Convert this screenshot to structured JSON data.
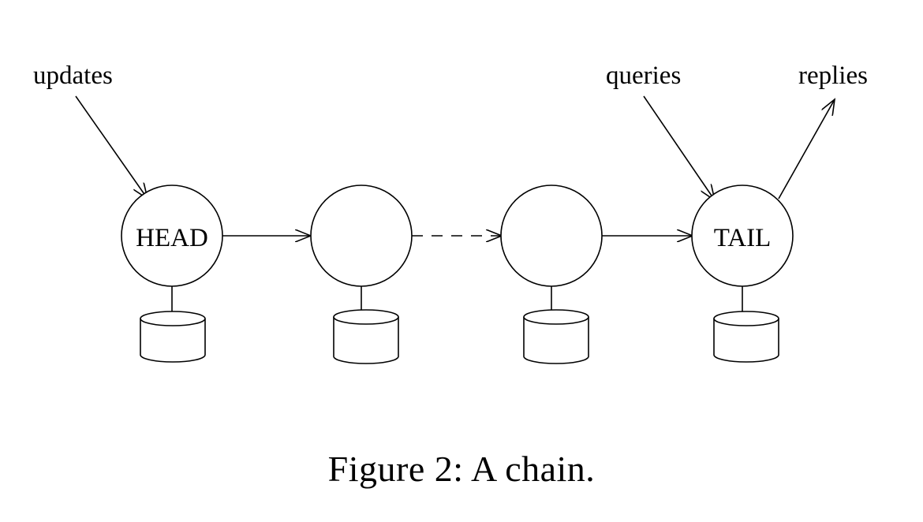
{
  "figure": {
    "caption": "Figure 2: A chain.",
    "labels": {
      "updates": "updates",
      "queries": "queries",
      "replies": "replies"
    },
    "nodes": [
      {
        "id": "head",
        "label": "HEAD"
      },
      {
        "id": "middle-1",
        "label": ""
      },
      {
        "id": "middle-2",
        "label": ""
      },
      {
        "id": "tail",
        "label": "TAIL"
      }
    ],
    "links": [
      {
        "from": "head",
        "to": "middle-1",
        "style": "solid"
      },
      {
        "from": "middle-1",
        "to": "middle-2",
        "style": "dashed"
      },
      {
        "from": "middle-2",
        "to": "tail",
        "style": "solid"
      }
    ]
  }
}
